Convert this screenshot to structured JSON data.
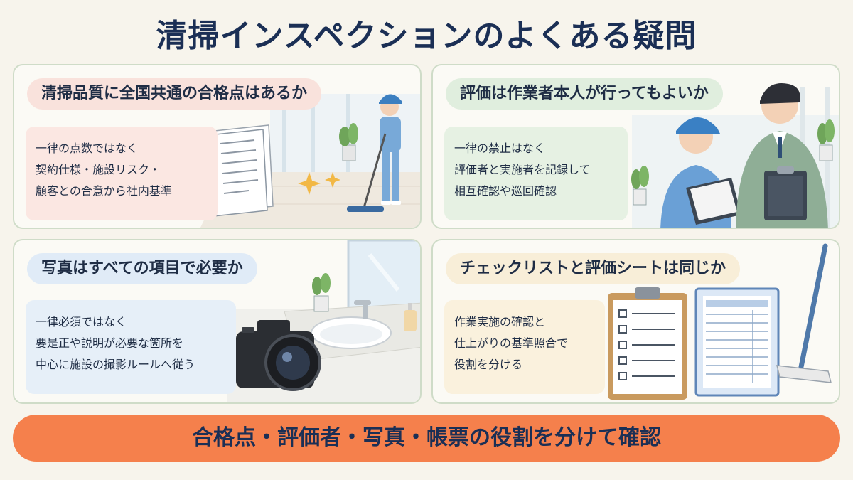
{
  "page": {
    "title": "清掃インスペクションのよくある疑問"
  },
  "cards": [
    {
      "question": "清掃品質に全国共通の合格点はあるか",
      "answer": [
        "一律の点数ではなく",
        "契約仕様・施設リスク・",
        "顧客との合意から社内基準"
      ],
      "illustration": "cleaner-with-mop-and-document-icon"
    },
    {
      "question": "評価は作業者本人が行ってもよいか",
      "answer": [
        "一律の禁止はなく",
        "評価者と実施者を記録して",
        "相互確認や巡回確認"
      ],
      "illustration": "worker-and-supervisor-with-clipboards-icon"
    },
    {
      "question": "写真はすべての項目で必要か",
      "answer": [
        "一律必須ではなく",
        "要是正や説明が必要な箇所を",
        "中心に施設の撮影ルールへ従う"
      ],
      "illustration": "camera-and-washbasin-icon"
    },
    {
      "question": "チェックリストと評価シートは同じか",
      "answer": [
        "作業実施の確認と",
        "仕上がりの基準照合で",
        "役割を分ける"
      ],
      "illustration": "checklist-and-evaluation-sheet-icon"
    }
  ],
  "banner": {
    "text": "合格点・評価者・写真・帳票の役割を分けて確認"
  },
  "colors": {
    "title": "#1b2f55",
    "banner": "#f5804c",
    "card_border": "#cfdcc8",
    "q1_bg": "#f9e2dc",
    "q2_bg": "#e0eede",
    "q3_bg": "#e0ebf7",
    "q4_bg": "#f8eed8"
  }
}
